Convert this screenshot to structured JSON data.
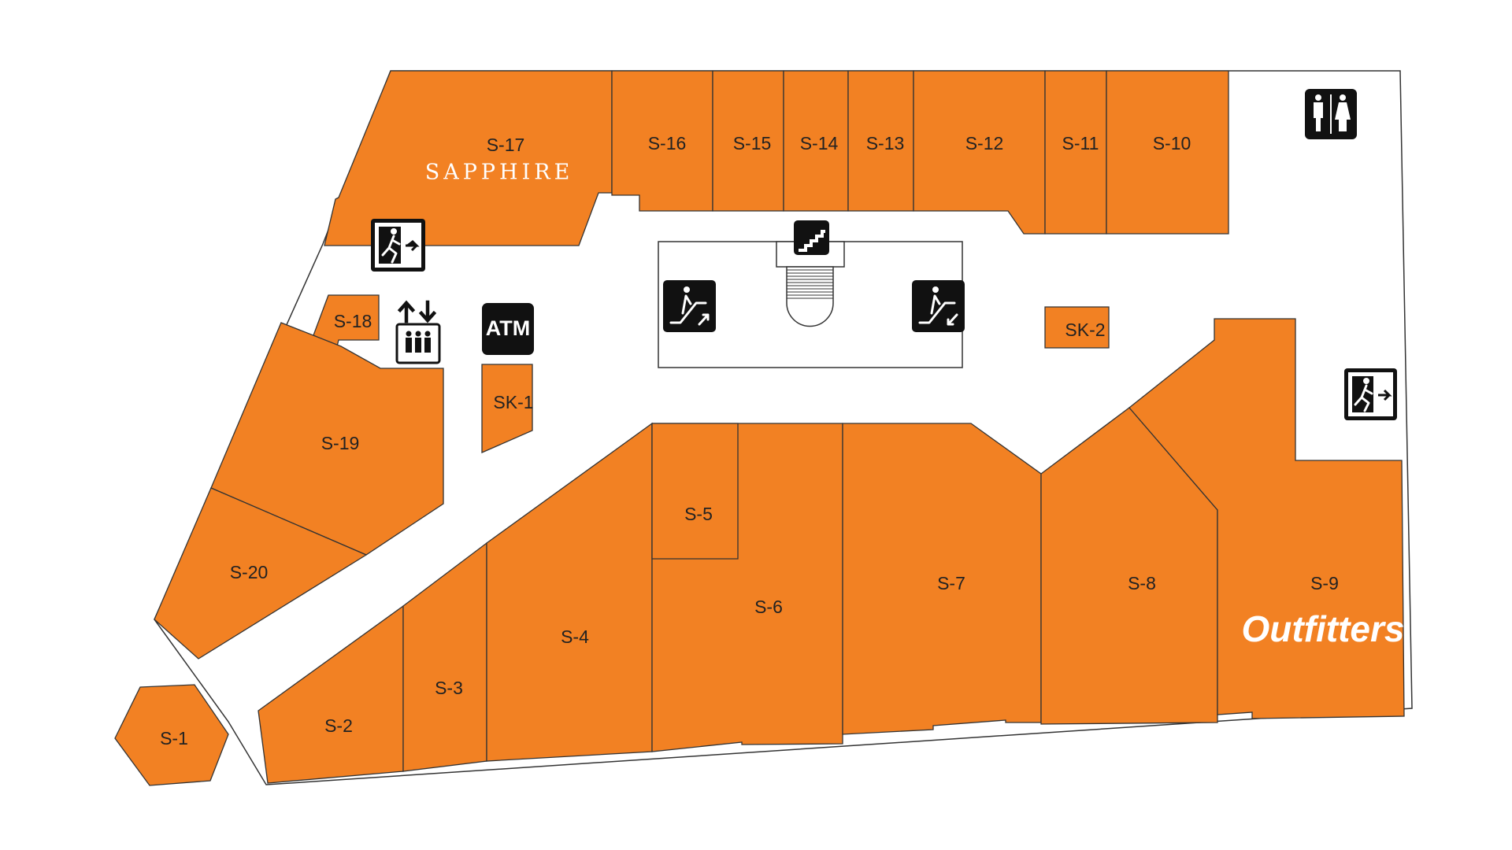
{
  "colors": {
    "unit_fill": "#F28123",
    "line": "#333333",
    "icon": "#111111",
    "brand_text": "#ffffff"
  },
  "units": {
    "s1": "S-1",
    "s2": "S-2",
    "s3": "S-3",
    "s4": "S-4",
    "s5": "S-5",
    "s6": "S-6",
    "s7": "S-7",
    "s8": "S-8",
    "s9": "S-9",
    "s10": "S-10",
    "s11": "S-11",
    "s12": "S-12",
    "s13": "S-13",
    "s14": "S-14",
    "s15": "S-15",
    "s16": "S-16",
    "s17": "S-17",
    "s18": "S-18",
    "s19": "S-19",
    "s20": "S-20",
    "sk1": "SK-1",
    "sk2": "SK-2"
  },
  "brands": {
    "s17": "SAPPHIRE",
    "s9": "Outfitters"
  },
  "amenities": {
    "atm": "ATM",
    "icons": [
      "restroom-icon",
      "emergency-exit-icon",
      "elevator-icon",
      "atm-icon",
      "stairs-icon",
      "escalator-up-icon",
      "escalator-down-icon"
    ]
  }
}
